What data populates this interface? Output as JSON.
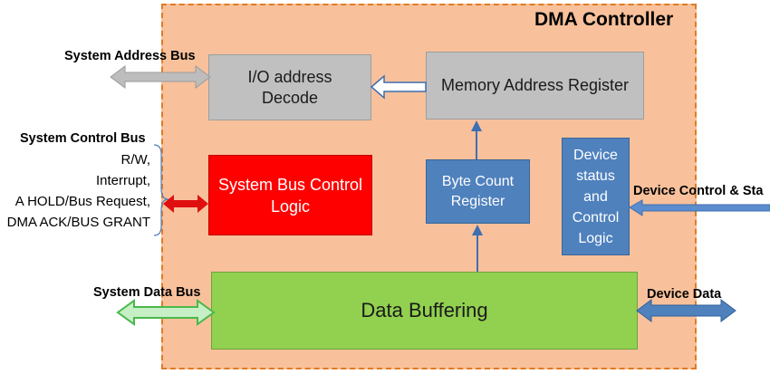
{
  "title": "DMA Controller",
  "blocks": {
    "io_address_decode": "I/O address\nDecode",
    "memory_address_register": "Memory Address Register",
    "system_bus_control_logic": "System Bus Control\nLogic",
    "byte_count_register": "Byte Count\nRegister",
    "device_status_control_logic": "Device\nstatus\nand\nControl\nLogic",
    "data_buffering": "Data  Buffering"
  },
  "external_labels": {
    "system_address_bus": "System Address Bus",
    "system_control_bus": "System Control Bus",
    "system_data_bus": "System Data Bus",
    "device_control_status": "Device Control & Sta",
    "device_data": "Device Data"
  },
  "control_signals": [
    "R/W,",
    "Interrupt,",
    "A HOLD/Bus Request,",
    "DMA ACK/BUS GRANT"
  ],
  "colors": {
    "controller_fill": "#f8c19b",
    "controller_border": "#e07b24",
    "gray_block": "#c0c0c0",
    "blue_block": "#4f81bd",
    "red_block": "#ff0000",
    "green_block": "#92d050",
    "red_arrow": "#e01010",
    "green_arrow": "#4ab84a",
    "blue_arrow": "#3f6fb0",
    "gray_arrow": "#bdbdbd"
  }
}
